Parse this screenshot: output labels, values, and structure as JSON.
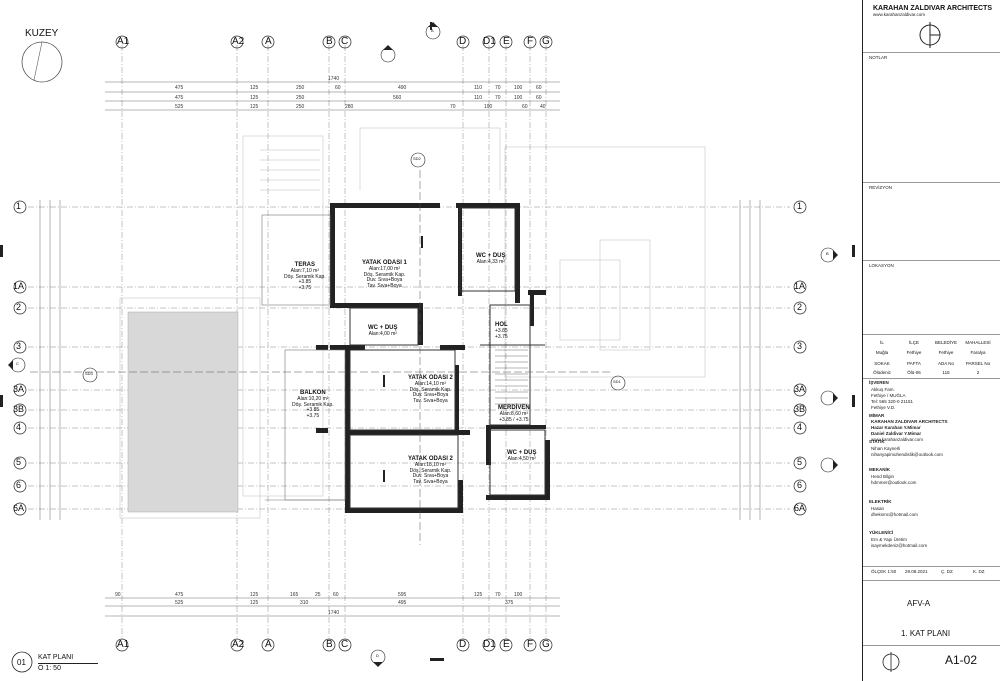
{
  "sheet": {
    "north_label": "KUZEY",
    "plan_number": "01",
    "plan_title": "KAT PLANI",
    "plan_scale": "Ö 1: 50"
  },
  "grid": {
    "top_labels": [
      "A1",
      "A2",
      "A",
      "B",
      "C",
      "D",
      "D1",
      "E",
      "F",
      "G"
    ],
    "left_labels": [
      "1",
      "1A",
      "2",
      "3",
      "3A",
      "3B",
      "4",
      "5",
      "6",
      "6A"
    ],
    "right_labels": [
      "1",
      "1A",
      "2",
      "3",
      "3A",
      "3B",
      "4",
      "5",
      "6",
      "6A"
    ],
    "top_dims_row1": [
      "475",
      "125",
      "250",
      "60",
      "490",
      "110",
      "70",
      "100",
      "60"
    ],
    "top_dims_row2": [
      "475",
      "125",
      "250",
      "560",
      "110",
      "70",
      "100",
      "60"
    ],
    "top_dims_row3": [
      "525",
      "125",
      "250",
      "280",
      "70",
      "190",
      "60",
      "40"
    ],
    "top_total": "1740",
    "bottom_dims_row1": [
      "90",
      "475",
      "125",
      "165",
      "25",
      "60",
      "595",
      "125",
      "70",
      "100"
    ],
    "bottom_dims_row2": [
      "525",
      "125",
      "310",
      "495",
      "375"
    ],
    "bottom_total": "1740"
  },
  "rooms": [
    {
      "name": "YATAK ODASI 1",
      "info": [
        "Alan:17,00 m²",
        "Döş. Seramik Kap.",
        "Duv. Sıva+Boya",
        "Tav. Sıva+Boya"
      ]
    },
    {
      "name": "TERAS",
      "info": [
        "Alan:7,10 m²",
        "Döş. Seramik Kap.",
        "+3.85",
        "+3.75"
      ]
    },
    {
      "name": "WC + DUŞ",
      "info": [
        "Alan:4,33 m²"
      ]
    },
    {
      "name": "WC + DUŞ",
      "info": [
        "Alan:4,00 m²"
      ]
    },
    {
      "name": "HOL",
      "info": [
        "+3.85",
        "+3.75"
      ]
    },
    {
      "name": "YATAK ODASI 2",
      "info": [
        "Alan:14,10 m²",
        "Döş. Seramik Kap.",
        "Duv. Sıva+Boya",
        "Tav. Sıva+Boya"
      ]
    },
    {
      "name": "BALKON",
      "info": [
        "Alan:10,20 m²",
        "Döş. Seramik Kap.",
        "+3.85",
        "+3.75"
      ]
    },
    {
      "name": "MERDİVEN",
      "info": [
        "Alan:8,60 m²",
        "+3.85 / +3.75"
      ]
    },
    {
      "name": "YATAK ODASI 2",
      "info": [
        "Alan:18,10 m²",
        "Döş. Seramik Kap.",
        "Duv. Sıva+Boya",
        "Tav. Sıva+Boya"
      ]
    },
    {
      "name": "WC + DUŞ",
      "info": [
        "Alan:4,50 m²"
      ]
    }
  ],
  "section_marks": [
    "SD2",
    "SD1",
    "SD3",
    "A",
    "B",
    "C",
    "D"
  ],
  "titleblock": {
    "firm": "KARAHAN ZALDIVAR ARCHITECTS",
    "firm_url": "www.karahanzaldivar.com",
    "notes_label": "NOTLAR",
    "revision_label": "REVİZYON",
    "location_label": "LOKASYON",
    "parcel_headers_1": [
      "İL",
      "İLÇE",
      "BELEDİYE",
      "MAHALLESİ"
    ],
    "parcel_values_1": [
      "Muğla",
      "Fethiye",
      "Fethiye",
      "Faralya"
    ],
    "parcel_headers_2": [
      "SOKAK",
      "PAFTA",
      "ADA No",
      "PARSEL No"
    ],
    "parcel_values_2": [
      "Ölüdeniz",
      "Ölü-06",
      "115",
      "2"
    ],
    "owner_label": "İŞVEREN",
    "owner_lines": [
      "Akkuş Fam.",
      "Fethiye / MUĞLA",
      "Tel: 565 320-0 21151",
      "Fethiye V.D."
    ],
    "architect_label": "MİMAR",
    "architect_lines": [
      "KARAHAN ZALDIVAR ARCHITECTS",
      "Hazar Karahan Y.Mimar",
      "Daniel Zaldivar Y.Mimar",
      "www.karahanzaldivar.com"
    ],
    "static_label": "STATİK",
    "static_lines": [
      "Nihan Kaynerli",
      "nihanyapimuhendislik@outlook.com"
    ],
    "mech_label": "MEKANİK",
    "mech_lines": [
      "Hend Bilgin",
      "hdmmer@outlook.com"
    ],
    "elec_label": "ELEKTRİK",
    "elec_lines": [
      "Hasan",
      "dheksmc@hotmail.com"
    ],
    "contractor_label": "YÜKLENİCİ",
    "contractor_lines": [
      "Ern & Yapı Üretim",
      "isaymekdeniz@hotmail.com"
    ],
    "scale_text": "ÖLÇEK 1:50",
    "date_text": "29.08.2021",
    "check_text": "Ç. DZ",
    "drawn_text": "K. DZ",
    "project_code": "AFV-A",
    "sheet_title": "1. KAT PLANI",
    "sheet_number": "A1-02"
  }
}
